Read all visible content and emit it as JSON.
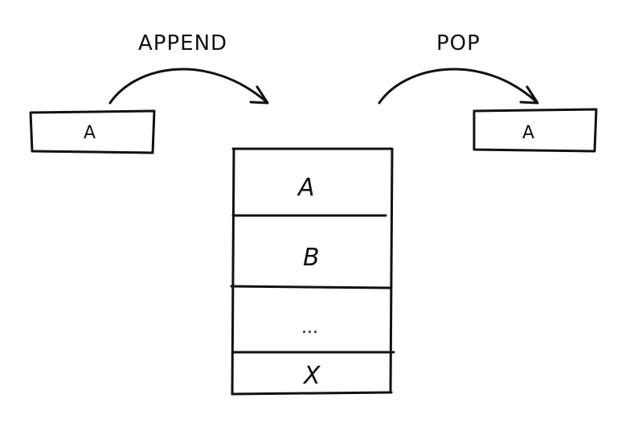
{
  "operations": {
    "append_label": "APPEND",
    "pop_label": "POP"
  },
  "input_box": {
    "value": "A"
  },
  "output_box": {
    "value": "A"
  },
  "stack": {
    "cells": [
      "A",
      "B",
      "...",
      "X"
    ]
  }
}
